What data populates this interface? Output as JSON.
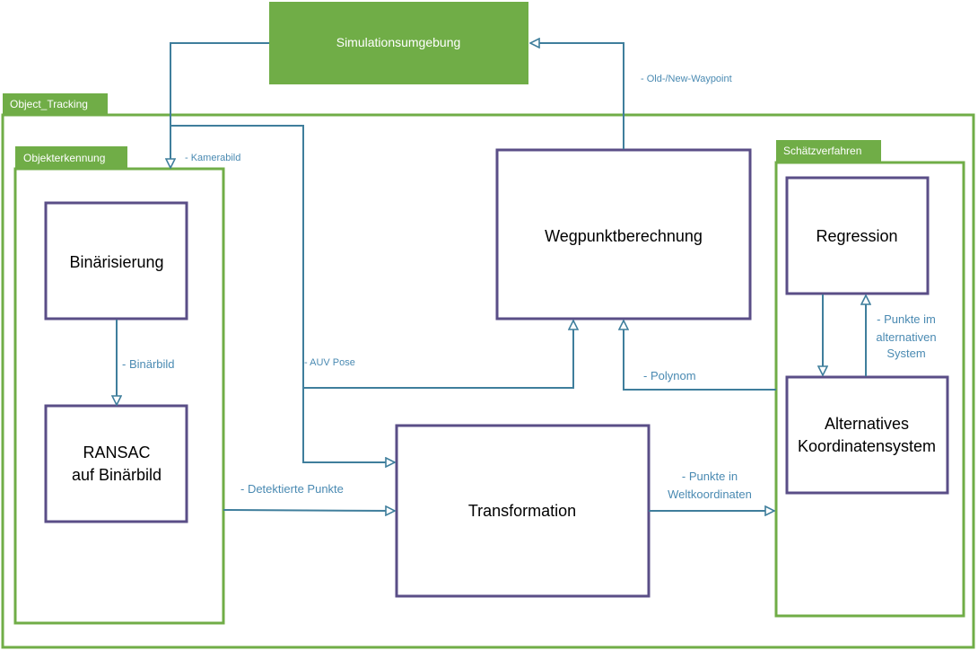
{
  "colors": {
    "green": "#70ad47",
    "purple": "#5a4e87",
    "wire": "#3f7e9c",
    "label": "#4a8ab2"
  },
  "simulation": {
    "label": "Simulationsumgebung"
  },
  "object_tracking": {
    "label": "Object_Tracking"
  },
  "objekterkennung": {
    "label": "Objekterkennung"
  },
  "schaetzverfahren": {
    "label": "Schätzverfahren"
  },
  "boxes": {
    "binarisierung": "Binärisierung",
    "ransac_line1": "RANSAC",
    "ransac_line2": "auf Binärbild",
    "wegpunkt": "Wegpunktberechnung",
    "transformation": "Transformation",
    "regression": "Regression",
    "alternatives_line1": "Alternatives",
    "alternatives_line2": "Koordinatensystem"
  },
  "edge_labels": {
    "kamerabild": "- Kamerabild",
    "waypoint": "- Old-/New-Waypoint",
    "binaerbild": "- Binärbild",
    "auv_pose": "- AUV Pose",
    "polynom": "- Polynom",
    "detektierte": "- Detektierte Punkte",
    "punkte_welt_line1": "- Punkte in",
    "punkte_welt_line2": "Weltkoordinaten",
    "punkte_alt_line1": "- Punkte im",
    "punkte_alt_line2": "alternativen",
    "punkte_alt_line3": "System"
  }
}
